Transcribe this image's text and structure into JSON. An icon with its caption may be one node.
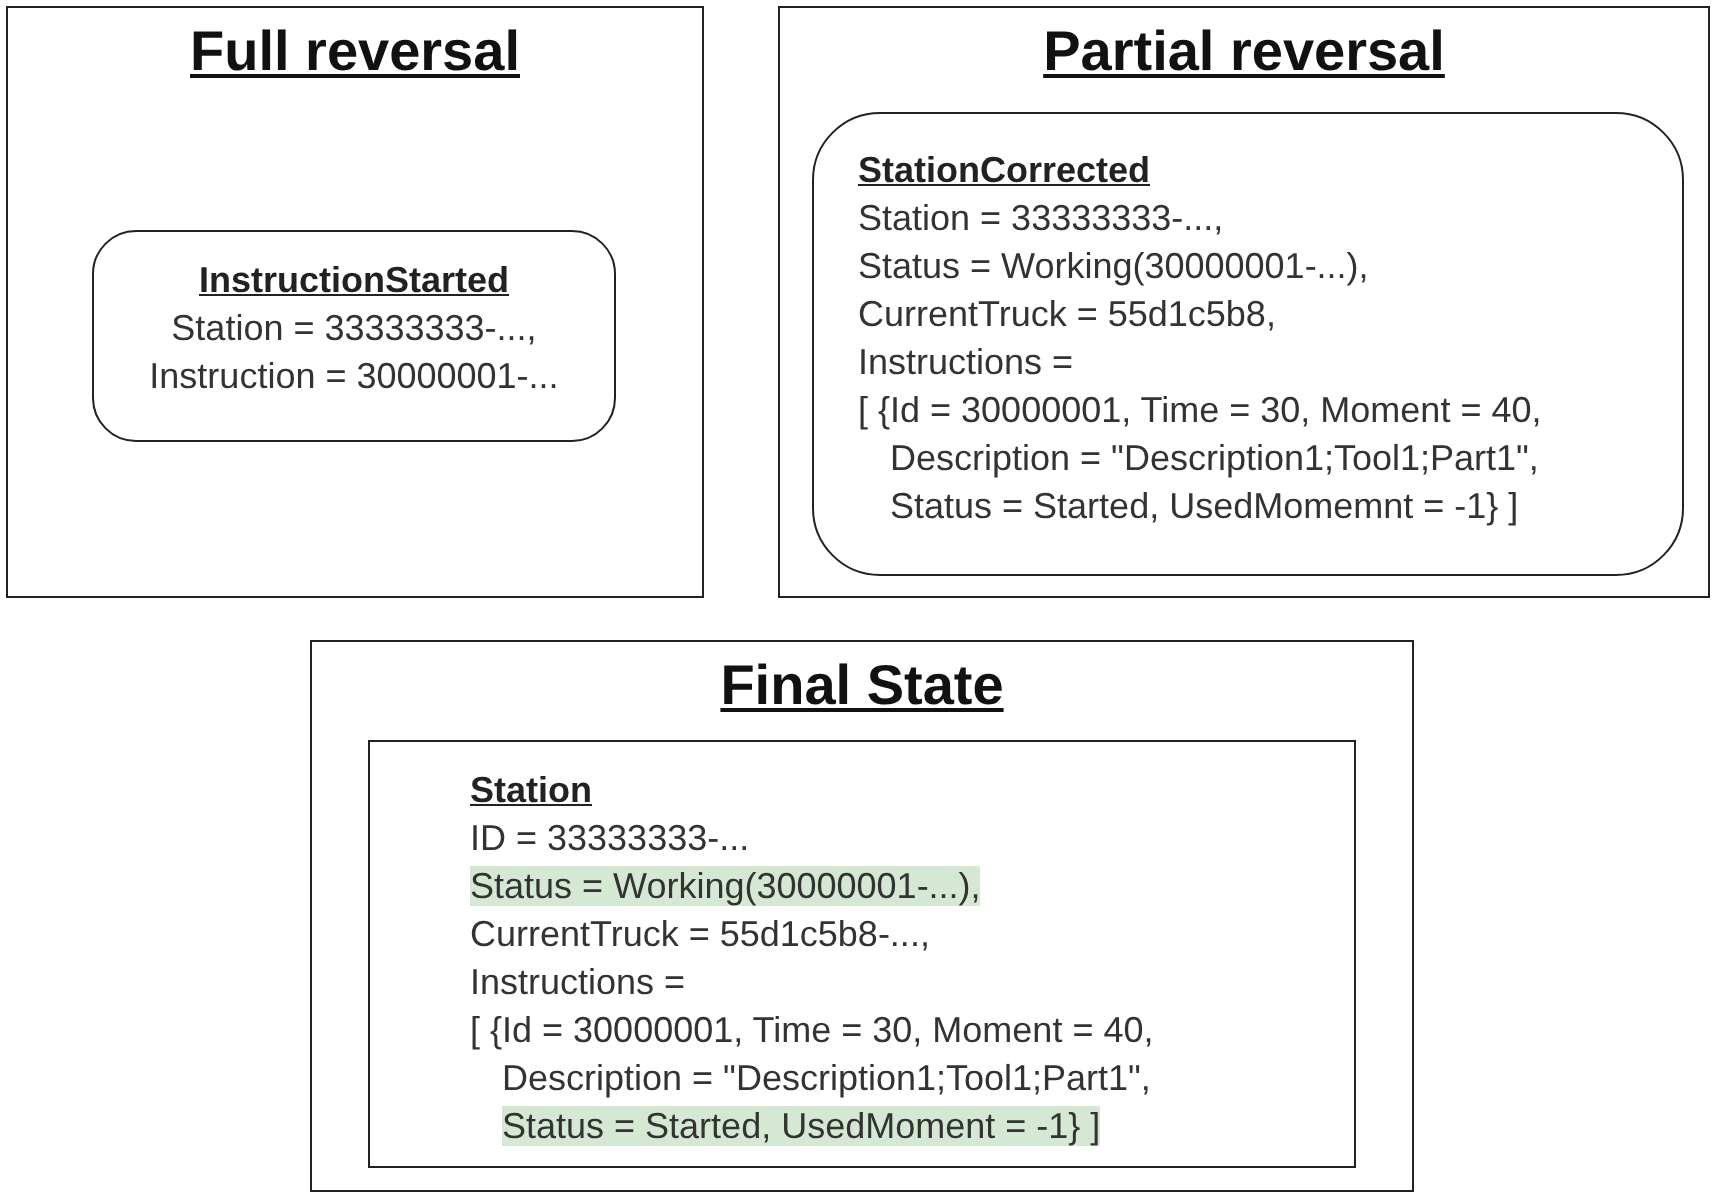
{
  "diagram": {
    "nodes": [
      {
        "text": [
          "Full reversal"
        ]
      },
      {
        "text": [
          "InstructionStarted",
          "Station = 33333333-...,",
          "Instruction = 30000001-..."
        ],
        "in": 0
      },
      {
        "text": [
          "Partial reversal"
        ]
      },
      {
        "text": [
          "StationCorrected",
          "Station = 33333333-...,",
          "Status = Working(30000001-...),",
          "CurrentTruck = 55d1c5b8,",
          "Instructions =",
          "[ {Id = 30000001, Time = 30, Moment = 40,",
          "Description = \"Description1;Tool1;Part1\",",
          "Status = Started, UsedMomemnt = -1} ]"
        ],
        "in": 2
      },
      {
        "text": [
          "Final State"
        ]
      },
      {
        "text": [
          "Station",
          "ID = 33333333-...",
          "Status = Working(30000001-...),",
          "CurrentTruck = 55d1c5b8-...,",
          "Instructions =",
          "[ {Id = 30000001, Time = 30, Moment = 40,",
          "Description = \"Description1;Tool1;Part1\",",
          "Status = Started, UsedMoment = -1} ]"
        ],
        "in": 4
      }
    ]
  }
}
